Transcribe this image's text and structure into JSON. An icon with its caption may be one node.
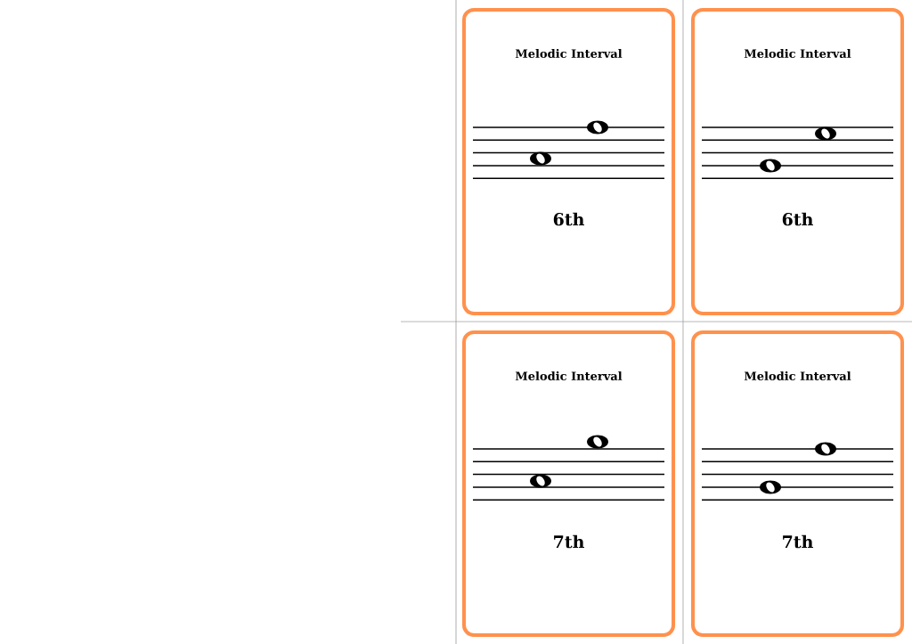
{
  "diagram": {
    "nodes": [
      {
        "text": [
          "Melodic Interval",
          "6th"
        ]
      },
      {
        "text": [
          "Melodic Interval",
          "6th"
        ]
      },
      {
        "text": [
          "Melodic Interval",
          "7th"
        ]
      },
      {
        "text": [
          "Melodic Interval",
          "7th"
        ]
      }
    ]
  }
}
